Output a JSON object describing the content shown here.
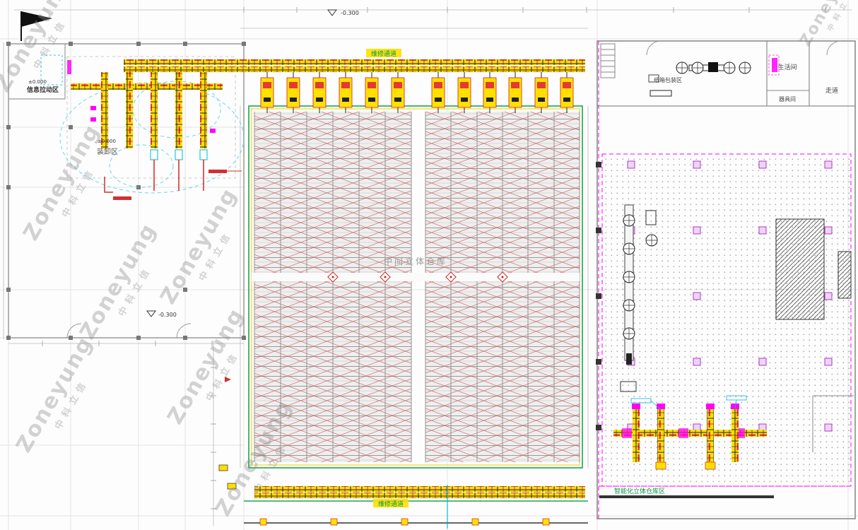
{
  "watermark": {
    "brand": "Zoneyung",
    "company": "中科立信"
  },
  "labels": {
    "loading_area": "装卸区",
    "info_pull_area": "信息拉动区",
    "maintenance_channel_top": "维修通道",
    "maintenance_channel_bottom": "维修通道",
    "center_warehouse": "中间立体仓库",
    "bottom_warehouse": "智能化立体仓库区",
    "carton_area": "纸箱包装区",
    "living_room": "生活间",
    "tool_room": "器具间",
    "corridor": "走道",
    "elevation_minus_top": "-0.300",
    "elevation_minus_left": "-0.300",
    "elevation_zero": "±0.000"
  },
  "colors": {
    "conveyor_yellow": "#ffdf00",
    "rack_red": "#cc4444",
    "safety_green": "#19a84c",
    "magenta": "#ff00ff",
    "cyan": "#00bcd4",
    "wall_gray": "#8c8c8c",
    "grid_gray": "#e0e0e0"
  }
}
